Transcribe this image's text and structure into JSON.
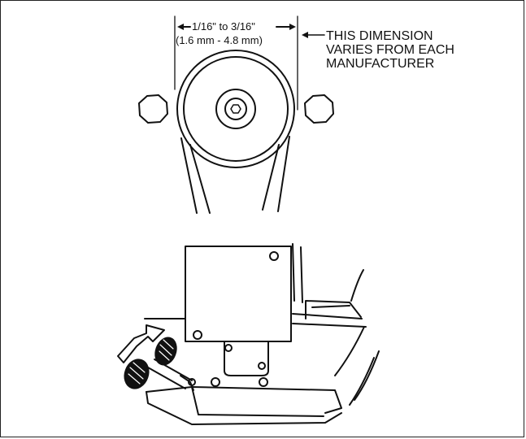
{
  "dimension": {
    "range_imperial": "1/16\" to  3/16\"",
    "range_metric": "(1.6 mm - 4.8 mm)"
  },
  "note": {
    "lines": [
      "THIS DIMENSION",
      "VARIES FROM EACH",
      "MANUFACTURER"
    ]
  },
  "colors": {
    "ink": "#111111",
    "background": "#ffffff"
  }
}
